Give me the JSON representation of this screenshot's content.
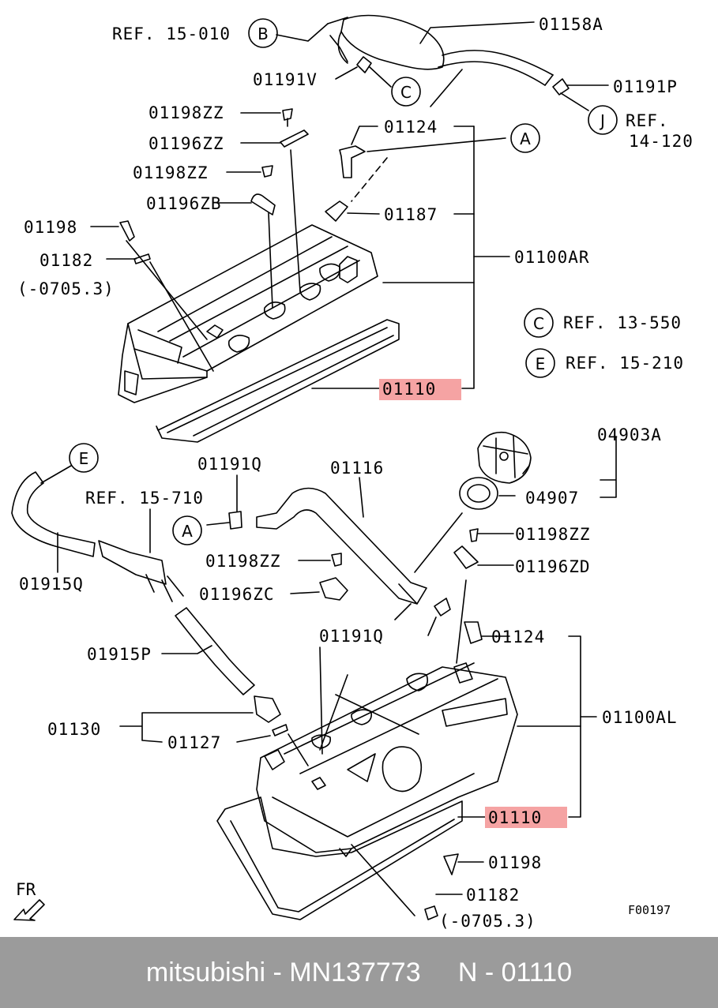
{
  "footer": {
    "brand": "mitsubishi",
    "sep1": " - ",
    "part_number": "MN137773",
    "gap": "     ",
    "ref": "N - 01110"
  },
  "figure_code": "F00197",
  "direction_label": "FR",
  "circles": {
    "b": "B",
    "c_top": "C",
    "j": "J",
    "a_top": "A",
    "c_legend": "C",
    "e_legend": "E",
    "e_left": "E",
    "a_left": "A"
  },
  "labels": {
    "ref_15_010": "REF. 15-010",
    "p01158a": "01158A",
    "p01191v": "01191V",
    "p01191p": "01191P",
    "ref_14_120_a": "REF.",
    "ref_14_120_b": "14-120",
    "p01198zz_1": "01198ZZ",
    "p01196zz": "01196ZZ",
    "p01198zz_2": "01198ZZ",
    "p01196zb": "01196ZB",
    "p01124_top": "01124",
    "p01187": "01187",
    "p01198_top": "01198",
    "p01182_top": "01182",
    "range_top": "(-0705.3)",
    "p01100ar": "01100AR",
    "ref_13_550": "REF. 13-550",
    "ref_15_210": "REF. 15-210",
    "p01110_top": "01110",
    "p04903a": "04903A",
    "p04907": "04907",
    "p01191q_1": "01191Q",
    "p01116": "01116",
    "ref_15_710": "REF. 15-710",
    "p01915q": "01915Q",
    "p01198zz_3": "01198ZZ",
    "p01196zd": "01196ZD",
    "p01198zz_4": "01198ZZ",
    "p01196zc": "01196ZC",
    "p01191q_2": "01191Q",
    "p01124_bot": "01124",
    "p01915p": "01915P",
    "p01130": "01130",
    "p01127": "01127",
    "p01100al": "01100AL",
    "p01110_bot": "01110",
    "p01198_bot": "01198",
    "p01182_bot": "01182",
    "range_bot": "(-0705.3)"
  }
}
